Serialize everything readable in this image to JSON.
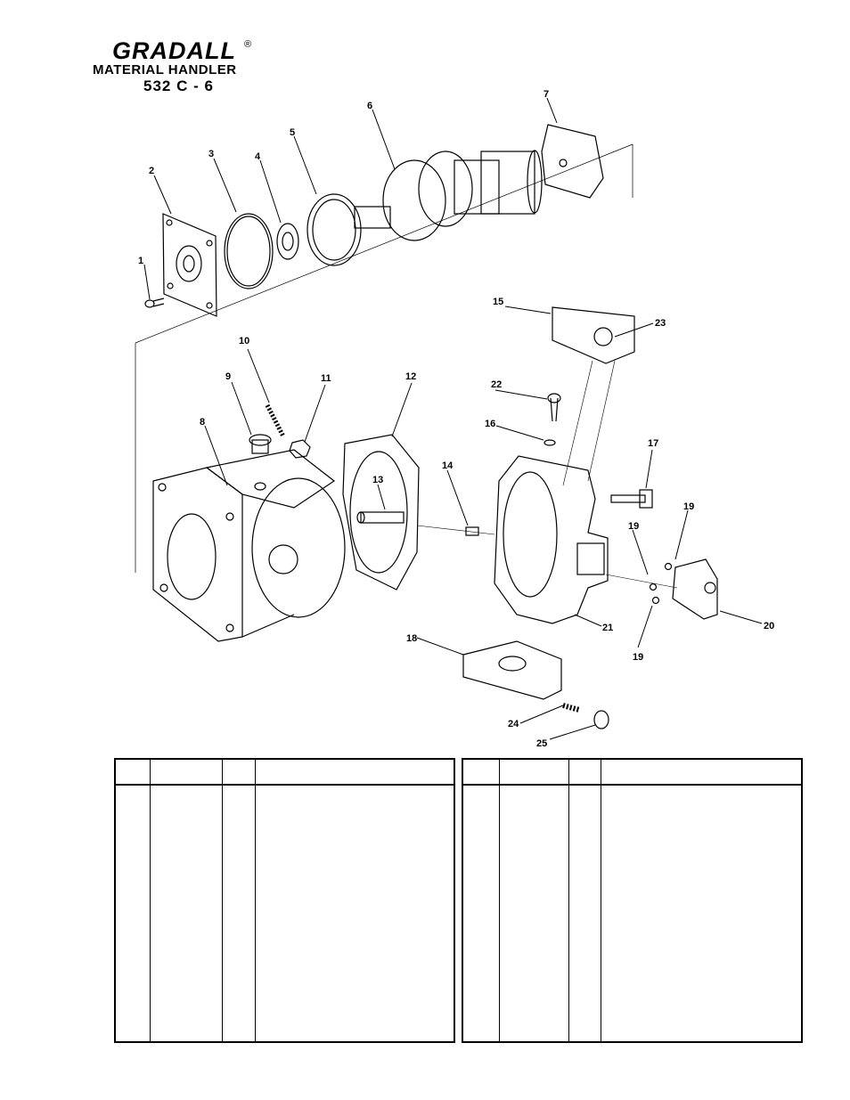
{
  "logo": {
    "brand": "GRADALL",
    "registered_mark": "®",
    "subtitle": "MATERIAL HANDLER",
    "model": "532 C - 6"
  },
  "callouts": [
    "1",
    "2",
    "3",
    "4",
    "5",
    "6",
    "7",
    "8",
    "9",
    "10",
    "11",
    "12",
    "13",
    "14",
    "15",
    "16",
    "17",
    "18",
    "19",
    "19",
    "19",
    "20",
    "21",
    "22",
    "23",
    "24",
    "25"
  ]
}
